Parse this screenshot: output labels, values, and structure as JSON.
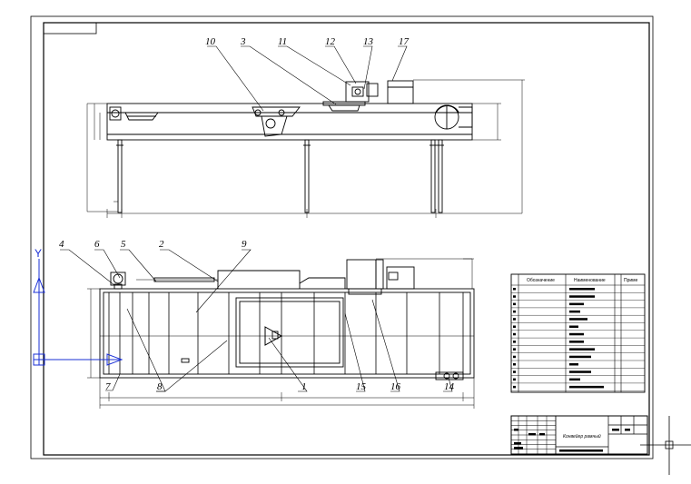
{
  "callouts": {
    "c10": "10",
    "c3": "3",
    "c11": "11",
    "c12": "12",
    "c13": "13",
    "c17": "17",
    "c4": "4",
    "c6": "6",
    "c5": "5",
    "c2": "2",
    "c9": "9",
    "c7": "7",
    "c8": "8",
    "c1": "1",
    "c15": "15",
    "c16": "16",
    "c14": "14"
  },
  "spec_table": {
    "headers": [
      "Обозначение",
      "Наименование",
      "Приме"
    ]
  },
  "title_block": {
    "name": "Конвейер рамный"
  },
  "ucs": {
    "y": "Y"
  }
}
